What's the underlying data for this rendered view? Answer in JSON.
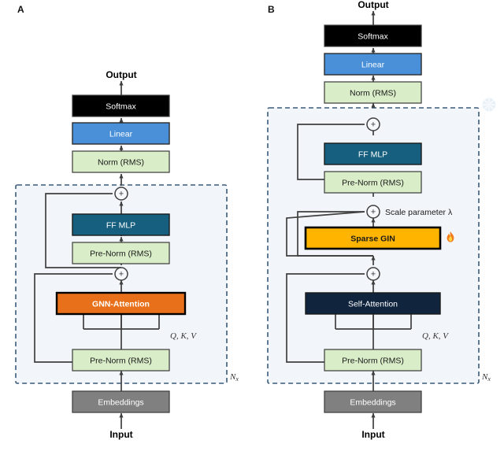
{
  "figure": {
    "panels": [
      {
        "letter": "A",
        "io": {
          "input": "Input",
          "output": "Output"
        },
        "repeat_label": "N_x",
        "qkv_label": "Q, K, V",
        "blocks": [
          {
            "name": "softmax",
            "label": "Softmax",
            "color": "#000000",
            "text": "light",
            "bold": false
          },
          {
            "name": "linear",
            "label": "Linear",
            "color": "#4a90d9",
            "text": "light",
            "bold": false
          },
          {
            "name": "norm-rms",
            "label": "Norm (RMS)",
            "color": "#d9edc8",
            "text": "dark",
            "bold": false
          },
          {
            "name": "ff-mlp",
            "label": "FF MLP",
            "color": "#175f7e",
            "text": "light",
            "bold": false
          },
          {
            "name": "pre-norm-upper",
            "label": "Pre-Norm (RMS)",
            "color": "#d9edc8",
            "text": "dark",
            "bold": false
          },
          {
            "name": "gnn-attention",
            "label": "GNN-Attention",
            "color": "#e8701a",
            "text": "light",
            "bold": true
          },
          {
            "name": "pre-norm-lower",
            "label": "Pre-Norm (RMS)",
            "color": "#d9edc8",
            "text": "dark",
            "bold": false
          },
          {
            "name": "embeddings",
            "label": "Embeddings",
            "color": "#808080",
            "text": "light",
            "bold": false
          }
        ]
      },
      {
        "letter": "B",
        "io": {
          "input": "Input",
          "output": "Output"
        },
        "repeat_label": "N_x",
        "qkv_label": "Q, K, V",
        "scale_parameter_label": "Scale parameter λ",
        "trainable_icon": "fire-icon",
        "blocks": [
          {
            "name": "softmax",
            "label": "Softmax",
            "color": "#000000",
            "text": "light",
            "bold": false
          },
          {
            "name": "linear",
            "label": "Linear",
            "color": "#4a90d9",
            "text": "light",
            "bold": false
          },
          {
            "name": "norm-rms",
            "label": "Norm (RMS)",
            "color": "#d9edc8",
            "text": "dark",
            "bold": false
          },
          {
            "name": "ff-mlp",
            "label": "FF MLP",
            "color": "#175f7e",
            "text": "light",
            "bold": false
          },
          {
            "name": "pre-norm-upper",
            "label": "Pre-Norm (RMS)",
            "color": "#d9edc8",
            "text": "dark",
            "bold": false
          },
          {
            "name": "sparse-gin",
            "label": "Sparse GIN",
            "color": "#ffb400",
            "text": "dark",
            "bold": true
          },
          {
            "name": "self-attention",
            "label": "Self-Attention",
            "color": "#10243e",
            "text": "light",
            "bold": false
          },
          {
            "name": "pre-norm-lower",
            "label": "Pre-Norm (RMS)",
            "color": "#d9edc8",
            "text": "dark",
            "bold": false
          },
          {
            "name": "embeddings",
            "label": "Embeddings",
            "color": "#808080",
            "text": "light",
            "bold": false
          }
        ]
      }
    ],
    "residual_node_symbol": "+",
    "colors": {
      "dashed_border": "#3b5a7a",
      "dashed_fill": "#f2f6fa",
      "connector": "#3f3f3f",
      "box_stroke": "#3a3a3a",
      "highlight_stroke": "#000000"
    },
    "watermark_icon": "snowflake-icon"
  }
}
